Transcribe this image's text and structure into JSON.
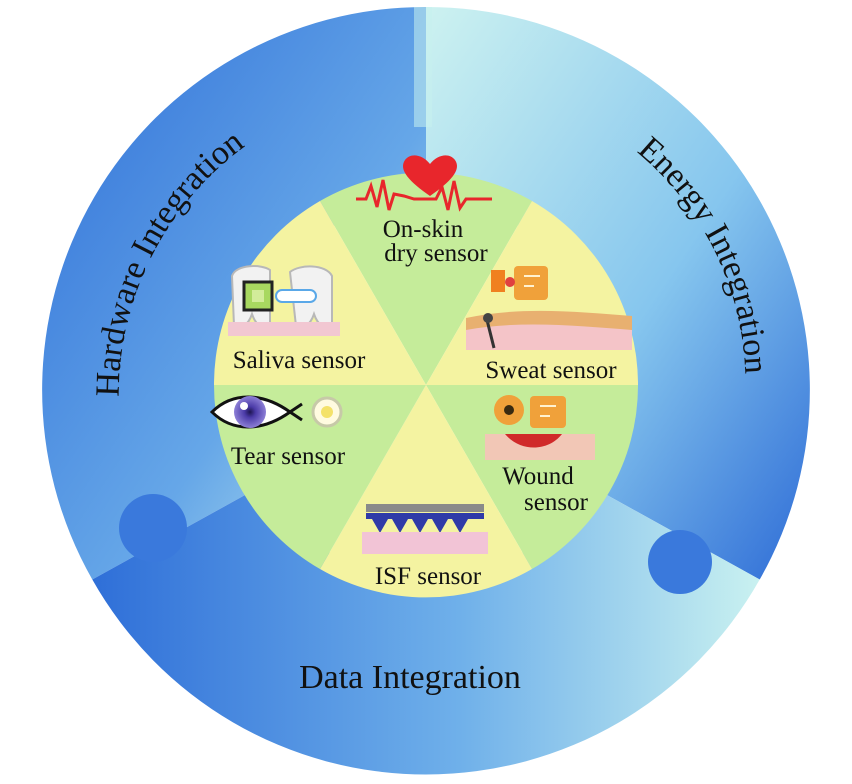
{
  "ring": {
    "hardware": "Hardware Integration",
    "energy": "Energy Integration",
    "data": "Data Integration"
  },
  "sensors": {
    "onskin_line1": "On-skin",
    "onskin_line2": "dry sensor",
    "sweat": "Sweat sensor",
    "wound_line1": "Wound",
    "wound_line2": "sensor",
    "isf": "ISF sensor",
    "tear": "Tear sensor",
    "saliva": "Saliva sensor"
  },
  "colors": {
    "sector_green": "#c5ec9a",
    "sector_yellow": "#f4f3a1",
    "ring_dark": "#3a79dc",
    "ring_light": "#c6f0ef",
    "heart": "#e8262c"
  },
  "icons": {
    "onskin": "heart-pulse-icon",
    "sweat": "sweat-patch-icon",
    "wound": "wound-patch-icon",
    "isf": "microneedle-icon",
    "tear": "eye-contact-lens-icon",
    "saliva": "tooth-sensor-icon"
  }
}
